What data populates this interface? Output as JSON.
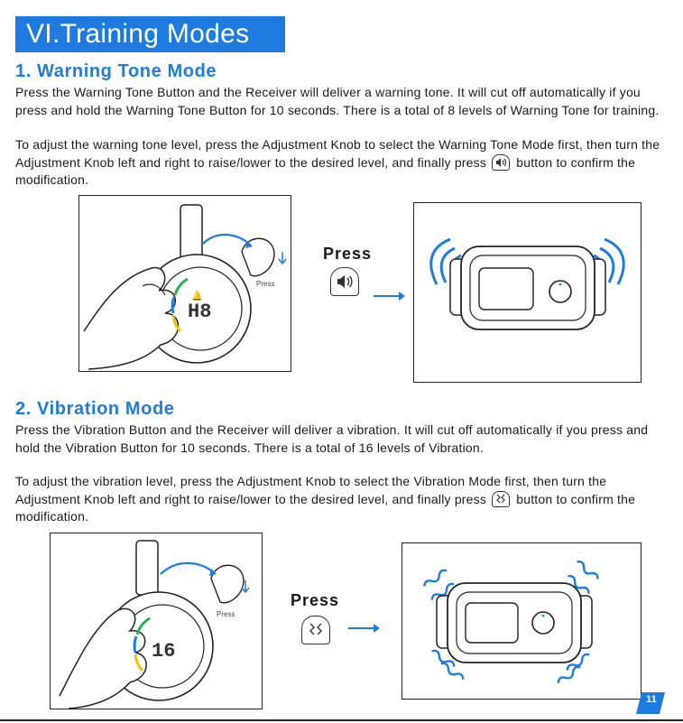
{
  "title": "VI.Training Modes",
  "warning": {
    "heading": "1. Warning Tone Mode",
    "para1": "Press the Warning Tone Button and the Receiver will deliver a warning tone. It will cut off automatically if you press and hold the Warning Tone Button for 10 seconds. There is a total of 8 levels of Warning Tone for training.",
    "para2_a": "To adjust the warning tone level, press the Adjustment Knob to select the Warning Tone Mode first, then turn the Adjustment Knob left and right to raise/lower to the desired level, and finally press",
    "para2_b": "button to confirm the modification.",
    "press_label": "Press",
    "small_press": "Press",
    "display_value": "H8"
  },
  "vibration": {
    "heading": "2. Vibration Mode",
    "para1": "Press the Vibration Button and the Receiver will deliver a vibration. It will cut off automatically if you press and hold the Vibration Button for 10 seconds. There is a total of 16 levels of Vibration.",
    "para2_a": "To adjust the vibration level, press the Adjustment Knob to select the Vibration Mode first, then turn the Adjustment Knob left and right to raise/lower to the desired level, and finally press",
    "para2_b": "button to confirm the modification.",
    "press_label": "Press",
    "small_press": "Press",
    "display_value": "16"
  },
  "page_number": "11",
  "colors": {
    "accent": "#1e7be0",
    "text": "#1a1a1a"
  },
  "icons": [
    "speaker-icon",
    "vibration-icon",
    "arrow-right-icon",
    "rotate-arrow-icon",
    "sound-wave-icon",
    "vibration-wave-icon"
  ]
}
